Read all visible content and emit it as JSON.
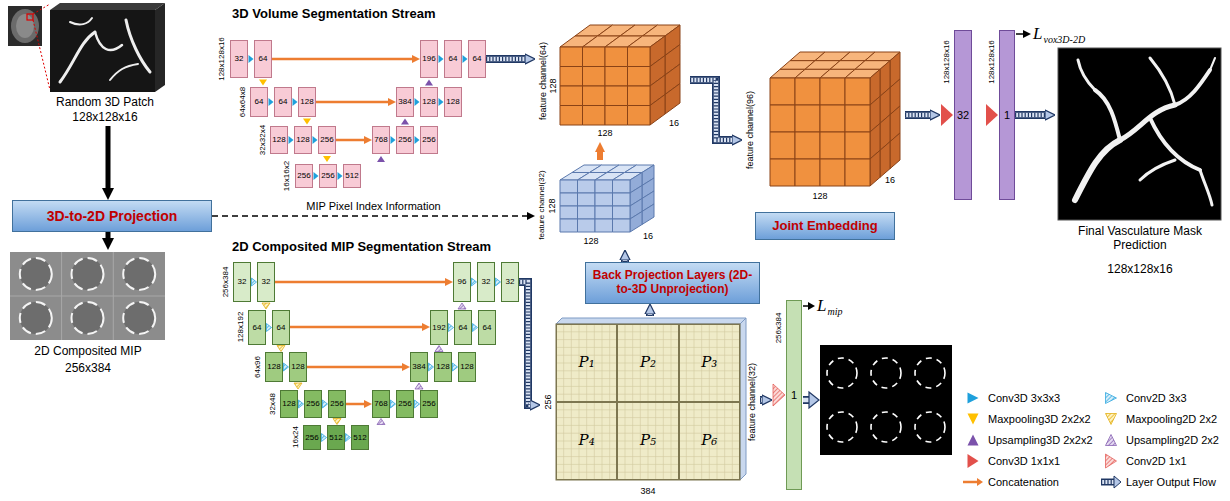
{
  "diagram": {
    "nodes": [
      {
        "text": [
          "Random 3D Patch",
          "128x128x16"
        ]
      },
      {
        "text": [
          "3D-to-2D Projection"
        ]
      },
      {
        "text": [
          "2D Composited MIP",
          "256x384"
        ]
      },
      {
        "text": [
          "32"
        ]
      },
      {
        "text": [
          "64"
        ]
      },
      {
        "text": [
          "64"
        ]
      },
      {
        "text": [
          "64"
        ]
      },
      {
        "text": [
          "128"
        ]
      },
      {
        "text": [
          "128"
        ]
      },
      {
        "text": [
          "128"
        ]
      },
      {
        "text": [
          "256"
        ]
      },
      {
        "text": [
          "256"
        ]
      },
      {
        "text": [
          "256"
        ]
      },
      {
        "text": [
          "512"
        ]
      },
      {
        "text": [
          "768"
        ]
      },
      {
        "text": [
          "256"
        ]
      },
      {
        "text": [
          "256"
        ]
      },
      {
        "text": [
          "384"
        ]
      },
      {
        "text": [
          "128"
        ]
      },
      {
        "text": [
          "128"
        ]
      },
      {
        "text": [
          "196"
        ]
      },
      {
        "text": [
          "64"
        ]
      },
      {
        "text": [
          "64"
        ]
      },
      {
        "text": [
          "feature channel(64)",
          "128",
          "128",
          "16"
        ]
      },
      {
        "text": [
          "feature channel(32)",
          "128",
          "128",
          "16"
        ]
      },
      {
        "text": [
          "feature channel(96)",
          "128",
          "16"
        ]
      },
      {
        "text": [
          "Joint Embedding"
        ]
      },
      {
        "text": [
          "32"
        ]
      },
      {
        "text": [
          "1"
        ]
      },
      {
        "text": [
          "Final Vasculature Mask Prediction",
          "128x128x16"
        ]
      },
      {
        "text": [
          "32"
        ]
      },
      {
        "text": [
          "32"
        ]
      },
      {
        "text": [
          "64"
        ]
      },
      {
        "text": [
          "64"
        ]
      },
      {
        "text": [
          "128"
        ]
      },
      {
        "text": [
          "128"
        ]
      },
      {
        "text": [
          "128"
        ]
      },
      {
        "text": [
          "256"
        ]
      },
      {
        "text": [
          "256"
        ]
      },
      {
        "text": [
          "256"
        ]
      },
      {
        "text": [
          "512"
        ]
      },
      {
        "text": [
          "512"
        ]
      },
      {
        "text": [
          "768"
        ]
      },
      {
        "text": [
          "256"
        ]
      },
      {
        "text": [
          "256"
        ]
      },
      {
        "text": [
          "384"
        ]
      },
      {
        "text": [
          "128"
        ]
      },
      {
        "text": [
          "128"
        ]
      },
      {
        "text": [
          "192"
        ]
      },
      {
        "text": [
          "64"
        ]
      },
      {
        "text": [
          "64"
        ]
      },
      {
        "text": [
          "96"
        ]
      },
      {
        "text": [
          "32"
        ]
      },
      {
        "text": [
          "32"
        ]
      },
      {
        "text": [
          "Back Projection Layers (2D-to-3D Unprojection)"
        ]
      },
      {
        "text": [
          "256",
          "384",
          "feature channel(32)"
        ]
      },
      {
        "text": [
          "P₁"
        ],
        "in": 55
      },
      {
        "text": [
          "P₂"
        ],
        "in": 55
      },
      {
        "text": [
          "P₃"
        ],
        "in": 55
      },
      {
        "text": [
          "P₄"
        ],
        "in": 55
      },
      {
        "text": [
          "P₅"
        ],
        "in": 55
      },
      {
        "text": [
          "P₆"
        ],
        "in": 55
      },
      {
        "text": [
          "1"
        ]
      }
    ],
    "edges": [
      {
        "from": 0,
        "to": 1,
        "arrow": "to"
      },
      {
        "from": 1,
        "to": 2,
        "arrow": "to"
      },
      {
        "from": 1,
        "to": 24,
        "label": "MIP Pixel Index Information",
        "arrow": "to"
      },
      {
        "from": 4,
        "to": 20,
        "arrow": "to"
      },
      {
        "from": 7,
        "to": 17,
        "arrow": "to"
      },
      {
        "from": 10,
        "to": 14,
        "arrow": "to"
      },
      {
        "from": 22,
        "to": 23,
        "arrow": "to"
      },
      {
        "from": 24,
        "to": 23,
        "arrow": "to"
      },
      {
        "from": 23,
        "to": 25,
        "arrow": "to"
      },
      {
        "from": 25,
        "to": 27,
        "arrow": "to"
      },
      {
        "from": 28,
        "to": 29,
        "arrow": "to"
      },
      {
        "from": 31,
        "to": 51,
        "arrow": "to"
      },
      {
        "from": 33,
        "to": 48,
        "arrow": "to"
      },
      {
        "from": 35,
        "to": 45,
        "arrow": "to"
      },
      {
        "from": 38,
        "to": 42,
        "arrow": "to"
      },
      {
        "from": 53,
        "to": 55,
        "arrow": "to"
      },
      {
        "from": 55,
        "to": 54,
        "arrow": "to"
      },
      {
        "from": 54,
        "to": 24,
        "arrow": "to"
      },
      {
        "from": 55,
        "to": 62,
        "arrow": "to"
      }
    ],
    "labels": [
      "3D Volume Segmentation Stream",
      "128x128x16",
      "64x64x8",
      "32x32x4",
      "16x16x2",
      "2D Composited MIP Segmentation Stream",
      "256x384",
      "128x192",
      "64x96",
      "32x48",
      "16x24",
      "128x128x16",
      "128x128x16",
      "L",
      "vox3D-2D",
      "256x384",
      "L",
      "mip"
    ],
    "legend": [
      {
        "text": "Conv3D 3x3x3"
      },
      {
        "text": "Maxpooling3D 2x2x2"
      },
      {
        "text": "Upsampling3D 2x2x2"
      },
      {
        "text": "Conv3D 1x1x1"
      },
      {
        "text": "Concatenation"
      },
      {
        "text": "Conv2D 3x3"
      },
      {
        "text": "Maxpooling2D 2x2"
      },
      {
        "text": "Upsampling2D 2x2"
      },
      {
        "text": "Conv2D 1x1"
      },
      {
        "text": "Layer Output Flow"
      }
    ]
  }
}
